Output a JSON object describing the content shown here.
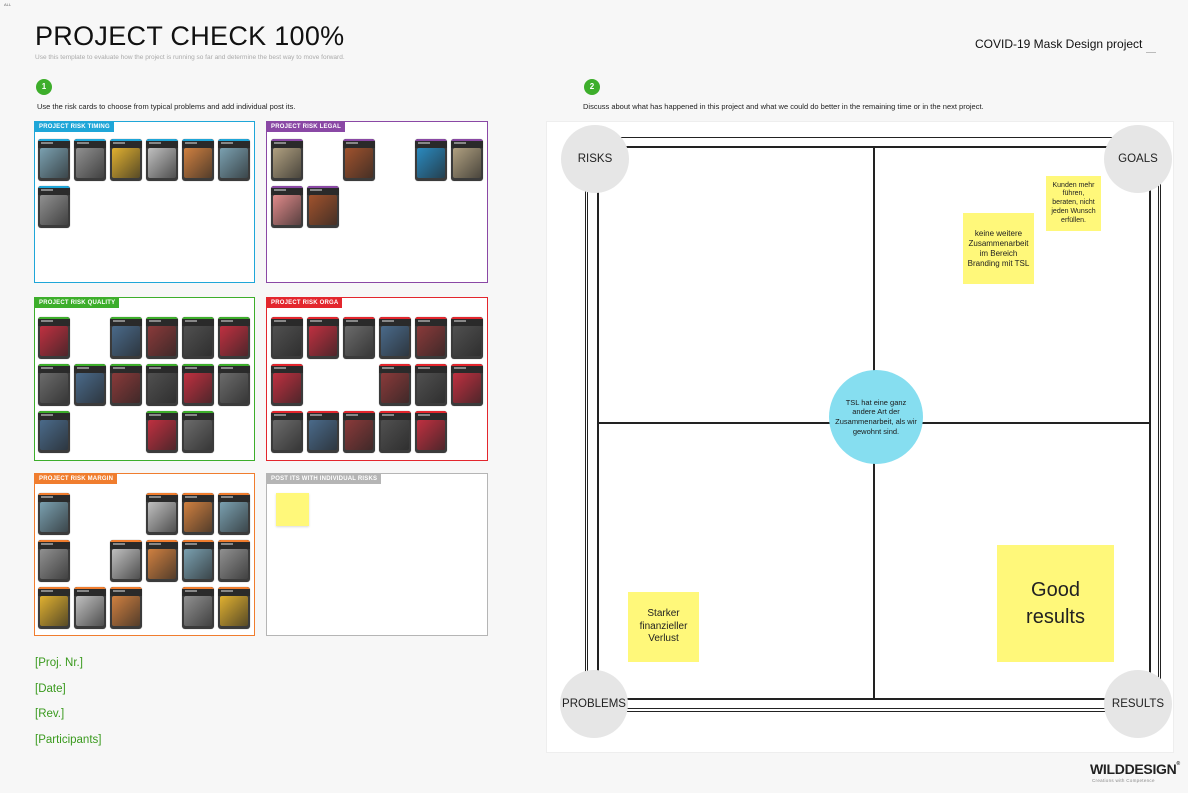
{
  "corner_mark": "ALL",
  "header": {
    "title": "PROJECT CHECK 100%",
    "subtitle": "Use this template to evaluate how the project is running so far and determine the best way to move forward.",
    "project_name": "COVID-19 Mask Design project"
  },
  "steps": [
    {
      "number": "1",
      "text": "Use the risk cards to choose from typical problems and add individual post its."
    },
    {
      "number": "2",
      "text": "Discuss about what has happened in this project and what we could do better in the remaining time or in the next project."
    }
  ],
  "panels": {
    "timing": {
      "label": "PROJECT RISK TIMING",
      "color": "#1fa6d8"
    },
    "legal": {
      "label": "PROJECT RISK LEGAL",
      "color": "#8a48a5"
    },
    "quality": {
      "label": "PROJECT RISK QUALITY",
      "color": "#3dae2b"
    },
    "orga": {
      "label": "PROJECT RISK ORGA",
      "color": "#e3262d"
    },
    "margin": {
      "label": "PROJECT RISK MARGIN",
      "color": "#f07d2e"
    },
    "postits": {
      "label": "POST ITS WITH INDIVIDUAL RISKS",
      "color": "#b5b5b5"
    }
  },
  "meta_fields": [
    "[Proj. Nr.]",
    "[Date]",
    "[Rev.]",
    "[Participants]"
  ],
  "board": {
    "corners": {
      "risks": "RISKS",
      "goals": "GOALS",
      "problems": "PROBLEMS",
      "results": "RESULTS"
    },
    "center_note": "TSL hat eine ganz andere Art der Zusammenarbeit, als wir gewohnt sind.",
    "notes": {
      "goal_1": "Kunden mehr führen, beraten, nicht jeden Wunsch erfüllen.",
      "goal_2": "keine weitere Zusammenarbeit im Bereich Branding mit TSL",
      "problem_1": "Starker finanzieller Verlust",
      "result_1": "Good results"
    }
  },
  "logo": {
    "name": "WILDDESIGN",
    "mark": "®",
    "tagline": "Creations with Competence"
  }
}
